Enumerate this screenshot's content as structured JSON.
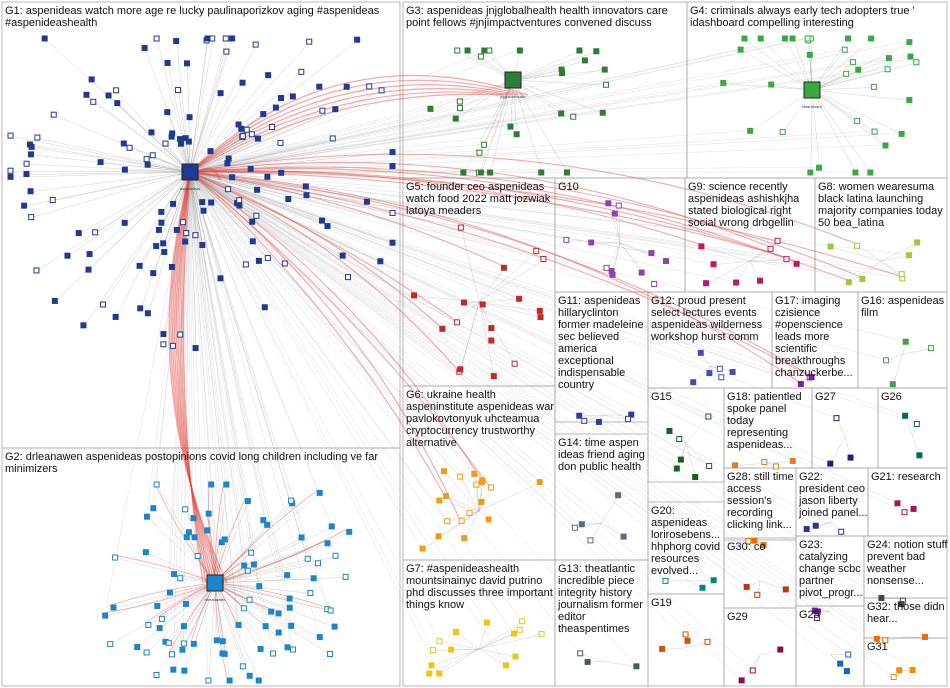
{
  "graph": {
    "background": "#ffffff",
    "box_border_color": "#a9a9a9",
    "edge_color": "#9e9e9e",
    "highlight_edge_color": "#e8433c",
    "groups": [
      {
        "id": "G1",
        "label": "G1: aspenideas watch more age re lucky paulinaporizkov aging #aspenideas #aspenideashealth",
        "node_color": "#1f3a93",
        "node_count": 150,
        "hub": "aspenideas"
      },
      {
        "id": "G2",
        "label": "G2: drleanawen aspenideas postopinions covid long children including ve far minimizers",
        "node_color": "#1b86c9",
        "node_count": 90,
        "hub": "drleanawen"
      },
      {
        "id": "G3",
        "label": "G3: aspenideas jnjglobalhealth health innovators care point fellows #jnjimpactventures convened discuss",
        "node_color": "#2e7d32",
        "node_count": 30,
        "hub": "jnjglobalhealth"
      },
      {
        "id": "G4",
        "label": "G4: criminals always early tech adopters true ' idashboard compelling interesting",
        "node_color": "#3aa845",
        "node_count": 34,
        "hub": "idashboard"
      },
      {
        "id": "G5",
        "label": "G5: founder ceo aspenideas watch food 2022 matt jozwiak latoya meaders",
        "node_color": "#c62828",
        "node_count": 18
      },
      {
        "id": "G6",
        "label": "G6: ukraine health aspeninstitute aspenideas war pavlokovtonyuk uhcteamua cryptocurrency trustworthy alternative",
        "node_color": "#f39c12",
        "node_count": 18
      },
      {
        "id": "G7",
        "label": "G7: #aspenideashealth mountsinainyc david putrino phd discusses three important things know",
        "node_color": "#f1c40f",
        "node_count": 14
      },
      {
        "id": "G8",
        "label": "G8: women wearesuma black latina launching majority companies today 50 bea_latina",
        "node_color": "#9acd32",
        "node_count": 8
      },
      {
        "id": "G9",
        "label": "G9: science recently aspenideas ashishkjha stated biological right social wrong drbgellin",
        "node_color": "#c2185b",
        "node_count": 9
      },
      {
        "id": "G10",
        "label": "G10",
        "node_color": "#8e44ad",
        "node_count": 12
      },
      {
        "id": "G11",
        "label": "G11: aspenideas hillaryclinton former madeleine sec believed america exceptional indispensable country",
        "node_color": "#2c3e9f",
        "node_count": 5
      },
      {
        "id": "G12",
        "label": "G12: proud present select lectures events aspenideas wilderness workshop hurst comm",
        "node_color": "#3f51b5",
        "node_count": 6
      },
      {
        "id": "G13",
        "label": "G13: theatlantic incredible piece integrity history journalism former editor theaspentimes",
        "node_color": "#455a64",
        "node_count": 3
      },
      {
        "id": "G14",
        "label": "G14: time aspen ideas friend aging don public health",
        "node_color": "#5d6d7e",
        "node_count": 5
      },
      {
        "id": "G15",
        "label": "G15",
        "node_color": "#1b5e20",
        "node_count": 7
      },
      {
        "id": "G16",
        "label": "G16: aspenideas film",
        "node_color": "#43a047",
        "node_count": 4
      },
      {
        "id": "G17",
        "label": "G17: imaging czisience #openscience leads more scientific breakthroughs chanzuckerbe...",
        "node_color": "#7b1fa2",
        "node_count": 3
      },
      {
        "id": "G18",
        "label": "G18: patientled spoke panel today representing aspenideas...",
        "node_color": "#e67e22",
        "node_count": 4
      },
      {
        "id": "G19",
        "label": "G19",
        "node_color": "#d35400",
        "node_count": 4
      },
      {
        "id": "G20",
        "label": "G20: aspenideas lorirosebens... hhphorg covid resources evolved...",
        "node_color": "#00897b",
        "node_count": 3
      },
      {
        "id": "G21",
        "label": "G21: research",
        "node_color": "#ad1457",
        "node_count": 3
      },
      {
        "id": "G22",
        "label": "G22: president ceo jason liberty joined panel...",
        "node_color": "#283593",
        "node_count": 3
      },
      {
        "id": "G23",
        "label": "G23: catalyzing change scbc partner pivot_progr...",
        "node_color": "#6a1b9a",
        "node_count": 3
      },
      {
        "id": "G24",
        "label": "G24: notion stuff prevent bad weather nonsense...",
        "node_color": "#37474f",
        "node_count": 3
      },
      {
        "id": "G25",
        "label": "G25",
        "node_color": "#1565c0",
        "node_count": 3
      },
      {
        "id": "G26",
        "label": "G26",
        "node_color": "#00695c",
        "node_count": 3
      },
      {
        "id": "G27",
        "label": "G27",
        "node_color": "#1a237e",
        "node_count": 3
      },
      {
        "id": "G28",
        "label": "G28: still time access session's recording clicking link...",
        "node_color": "#ef6c00",
        "node_count": 3
      },
      {
        "id": "G29",
        "label": "G29",
        "node_color": "#880e4f",
        "node_count": 3
      },
      {
        "id": "G30",
        "label": "G30: co",
        "node_color": "#bf360c",
        "node_count": 3
      },
      {
        "id": "G31",
        "label": "G31",
        "node_color": "#fb8c00",
        "node_count": 3
      },
      {
        "id": "G32",
        "label": "G32: those didn hear...",
        "node_color": "#ef6c00",
        "node_count": 3
      }
    ]
  }
}
